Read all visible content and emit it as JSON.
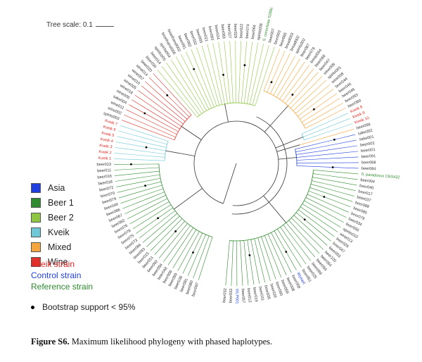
{
  "scale": {
    "label": "Tree scale: 0.1"
  },
  "legend": [
    {
      "name": "Asia",
      "color": "#1f3fe0"
    },
    {
      "name": "Beer 1",
      "color": "#2e8b2e"
    },
    {
      "name": "Beer 2",
      "color": "#8ec63f"
    },
    {
      "name": "Kveik",
      "color": "#6fc8d8"
    },
    {
      "name": "Mixed",
      "color": "#f5a53b"
    },
    {
      "name": "Wine",
      "color": "#e0322b"
    }
  ],
  "strain_types": [
    {
      "label": "Kveik strain",
      "color": "#e8231f"
    },
    {
      "label": "Control strain",
      "color": "#1f3fe0"
    },
    {
      "label": "Reference strain",
      "color": "#2e8b2e"
    }
  ],
  "bootstrap_note": "Bootstrap support < 95%",
  "caption": {
    "label": "Figure S6.",
    "text": " Maximum likelihood phylogeny with phased haplotypes."
  },
  "tree": {
    "center": "#",
    "leaves": [
      {
        "label": "beer097",
        "clade": "Beer 1"
      },
      {
        "label": "beer080",
        "clade": "Beer 1"
      },
      {
        "label": "beer081",
        "clade": "Beer 1"
      },
      {
        "label": "beer036",
        "clade": "Beer 1"
      },
      {
        "label": "beer089",
        "clade": "Beer 1"
      },
      {
        "label": "beer006",
        "clade": "Beer 1"
      },
      {
        "label": "beer048",
        "clade": "Beer 1"
      },
      {
        "label": "beer094",
        "clade": "Beer 1"
      },
      {
        "label": "beer092",
        "clade": "Beer 1"
      },
      {
        "label": "beer051",
        "clade": "Beer 1"
      },
      {
        "label": "beer015",
        "clade": "Beer 1"
      },
      {
        "label": "beer093",
        "clade": "Beer 1"
      },
      {
        "label": "beer086",
        "clade": "Beer 1"
      },
      {
        "label": "beer073",
        "clade": "Beer 1"
      },
      {
        "label": "beer075",
        "clade": "Beer 1"
      },
      {
        "label": "beer078",
        "clade": "Beer 1"
      },
      {
        "label": "beer076",
        "clade": "Beer 1"
      },
      {
        "label": "beer082",
        "clade": "Beer 1"
      },
      {
        "label": "beer067",
        "clade": "Beer 1"
      },
      {
        "label": "beer066",
        "clade": "Beer 1"
      },
      {
        "label": "beer049",
        "clade": "Beer 1"
      },
      {
        "label": "beer079",
        "clade": "Beer 1"
      },
      {
        "label": "beer070",
        "clade": "Beer 1"
      },
      {
        "label": "beer072",
        "clade": "Beer 1"
      },
      {
        "label": "beer018",
        "clade": "Beer 1"
      },
      {
        "label": "beer016",
        "clade": "Beer 1"
      },
      {
        "label": "beer011",
        "clade": "Beer 1"
      },
      {
        "label": "beer023",
        "clade": "Beer 1"
      },
      {
        "label": "Kveik 1",
        "clade": "Kveik",
        "type": "Kveik strain"
      },
      {
        "label": "Kveik 2",
        "clade": "Kveik",
        "type": "Kveik strain"
      },
      {
        "label": "Kveik 3",
        "clade": "Kveik",
        "type": "Kveik strain"
      },
      {
        "label": "Kveik 4",
        "clade": "Kveik",
        "type": "Kveik strain"
      },
      {
        "label": "Kveik 5",
        "clade": "Kveik",
        "type": "Kveik strain"
      },
      {
        "label": "Kveik 6",
        "clade": "Kveik",
        "type": "Kveik strain"
      },
      {
        "label": "Kveik 7",
        "clade": "Kveik",
        "type": "Kveik strain"
      },
      {
        "label": "spirits003",
        "clade": "Wine"
      },
      {
        "label": "wine002",
        "clade": "Wine"
      },
      {
        "label": "wine011",
        "clade": "Wine"
      },
      {
        "label": "sake004",
        "clade": "Wine"
      },
      {
        "label": "wine006",
        "clade": "Wine"
      },
      {
        "label": "wine018",
        "clade": "Wine"
      },
      {
        "label": "wine005",
        "clade": "Wine"
      },
      {
        "label": "wine010",
        "clade": "Wine"
      },
      {
        "label": "wine007",
        "clade": "Wine"
      },
      {
        "label": "wine014",
        "clade": "Wine"
      },
      {
        "label": "beer020",
        "clade": "Wine"
      },
      {
        "label": "beer030",
        "clade": "Beer 2"
      },
      {
        "label": "beer014",
        "clade": "Beer 2"
      },
      {
        "label": "spirits005",
        "clade": "Beer 2"
      },
      {
        "label": "spirits004",
        "clade": "Beer 2"
      },
      {
        "label": "bioethanol005",
        "clade": "Beer 2"
      },
      {
        "label": "bioethanol002",
        "clade": "Beer 2"
      },
      {
        "label": "beer091",
        "clade": "Beer 2"
      },
      {
        "label": "beer062",
        "clade": "Beer 2"
      },
      {
        "label": "beer032",
        "clade": "Beer 2"
      },
      {
        "label": "beer005",
        "clade": "Beer 2"
      },
      {
        "label": "beer021",
        "clade": "Beer 2"
      },
      {
        "label": "beer083",
        "clade": "Beer 2"
      },
      {
        "label": "beer024",
        "clade": "Beer 2"
      },
      {
        "label": "beer083",
        "clade": "Beer 2"
      },
      {
        "label": "beer027",
        "clade": "Beer 2"
      },
      {
        "label": "beer029",
        "clade": "Beer 2"
      },
      {
        "label": "beer022",
        "clade": "Beer 2"
      },
      {
        "label": "beer074",
        "clade": "Beer 2"
      },
      {
        "label": "beer064",
        "clade": "Beer 2"
      },
      {
        "label": "spirits008",
        "clade": "Beer 2"
      },
      {
        "label": "S. cerevisiae S288c",
        "clade": "Beer 2",
        "type": "Reference strain"
      },
      {
        "label": "beer007",
        "clade": "Beer 2"
      },
      {
        "label": "beer003",
        "clade": "Beer 2"
      },
      {
        "label": "beer065",
        "clade": "Mixed"
      },
      {
        "label": "bread003",
        "clade": "Mixed"
      },
      {
        "label": "bread002",
        "clade": "Mixed"
      },
      {
        "label": "spirits002",
        "clade": "Mixed"
      },
      {
        "label": "beer087",
        "clade": "Mixed"
      },
      {
        "label": "beer078",
        "clade": "Mixed"
      },
      {
        "label": "bread004",
        "clade": "Mixed"
      },
      {
        "label": "beer068",
        "clade": "Mixed"
      },
      {
        "label": "beer047",
        "clade": "Mixed"
      },
      {
        "label": "wine009",
        "clade": "Mixed"
      },
      {
        "label": "spirits001",
        "clade": "Mixed"
      },
      {
        "label": "wine008",
        "clade": "Mixed"
      },
      {
        "label": "beer044",
        "clade": "Mixed"
      },
      {
        "label": "beer045",
        "clade": "Mixed"
      },
      {
        "label": "beer046",
        "clade": "Mixed"
      },
      {
        "label": "beer053",
        "clade": "Mixed"
      },
      {
        "label": "beer060",
        "clade": "Mixed"
      },
      {
        "label": "Kveik 8",
        "clade": "Kveik",
        "type": "Kveik strain"
      },
      {
        "label": "Kveik 9",
        "clade": "Kveik",
        "type": "Kveik strain"
      },
      {
        "label": "Kveik 10",
        "clade": "Kveik",
        "type": "Kveik strain"
      },
      {
        "label": "beer098",
        "clade": "Mixed"
      },
      {
        "label": "sake002",
        "clade": "Asia"
      },
      {
        "label": "sake001",
        "clade": "Asia"
      },
      {
        "label": "beer002",
        "clade": "Asia"
      },
      {
        "label": "beer001",
        "clade": "Asia"
      },
      {
        "label": "beer091",
        "clade": "Asia"
      },
      {
        "label": "beer068",
        "clade": "Asia"
      },
      {
        "label": "beer084",
        "clade": "Asia"
      },
      {
        "label": "S. paradoxus CBS432",
        "clade": "Beer 1",
        "type": "Reference strain"
      },
      {
        "label": "beer004",
        "clade": "Beer 1"
      },
      {
        "label": "beer040",
        "clade": "Beer 1"
      },
      {
        "label": "beer017",
        "clade": "Beer 1"
      },
      {
        "label": "beer037",
        "clade": "Beer 1"
      },
      {
        "label": "beer088",
        "clade": "Beer 1"
      },
      {
        "label": "beer085",
        "clade": "Beer 1"
      },
      {
        "label": "beer079",
        "clade": "Beer 1"
      },
      {
        "label": "beer034",
        "clade": "Beer 1"
      },
      {
        "label": "beer056",
        "clade": "Beer 1"
      },
      {
        "label": "spirits010",
        "clade": "Beer 1"
      },
      {
        "label": "wine013",
        "clade": "Beer 1"
      },
      {
        "label": "beer026",
        "clade": "Beer 1"
      },
      {
        "label": "beer047",
        "clade": "Beer 1"
      },
      {
        "label": "beer053",
        "clade": "Beer 1"
      },
      {
        "label": "beer100",
        "clade": "Beer 1"
      },
      {
        "label": "beer064",
        "clade": "Beer 1"
      },
      {
        "label": "beer056",
        "clade": "Beer 1"
      },
      {
        "label": "beer069",
        "clade": "Beer 1"
      },
      {
        "label": "beer025",
        "clade": "Beer 1"
      },
      {
        "label": "beer061",
        "clade": "Beer 1"
      },
      {
        "label": "Wyeast",
        "clade": "Beer 1",
        "type": "Control strain"
      },
      {
        "label": "beer058",
        "clade": "Beer 1"
      },
      {
        "label": "beer008",
        "clade": "Beer 1"
      },
      {
        "label": "beer059",
        "clade": "Beer 1"
      },
      {
        "label": "beer090",
        "clade": "Beer 1"
      },
      {
        "label": "beer039",
        "clade": "Beer 1"
      },
      {
        "label": "beer035",
        "clade": "Beer 1"
      },
      {
        "label": "beer031",
        "clade": "Beer 1"
      },
      {
        "label": "beer019",
        "clade": "Beer 1"
      },
      {
        "label": "beer012",
        "clade": "Beer 1"
      },
      {
        "label": "beer057",
        "clade": "Beer 1"
      },
      {
        "label": "WLP001",
        "clade": "Beer 1",
        "type": "Control strain"
      },
      {
        "label": "beer033",
        "clade": "Beer 1"
      },
      {
        "label": "beer032",
        "clade": "Beer 1"
      }
    ],
    "bootstrap_nodes": [
      3,
      9,
      14,
      22,
      27,
      31,
      38,
      44,
      52,
      58,
      63,
      70,
      76,
      82,
      90,
      96,
      103,
      110,
      118,
      126,
      132
    ]
  }
}
